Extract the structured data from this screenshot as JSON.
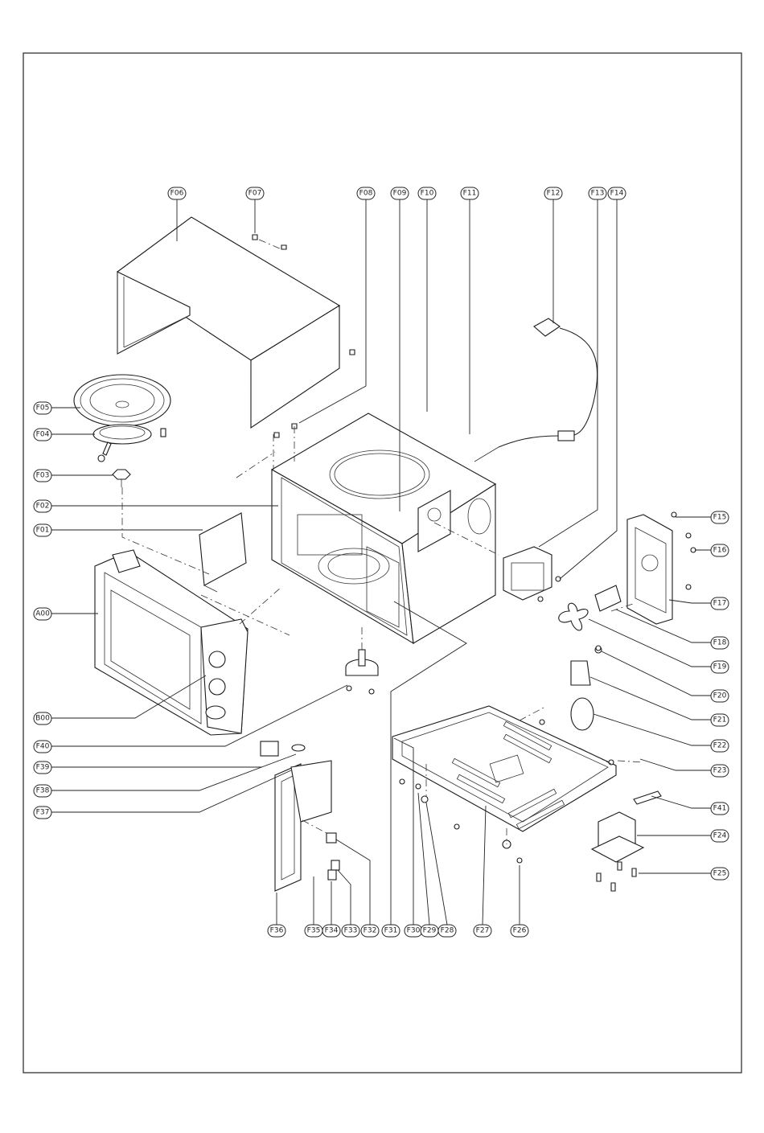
{
  "diagram": {
    "callouts": {
      "F06": "F06",
      "F07": "F07",
      "F08": "F08",
      "F09": "F09",
      "F10": "F10",
      "F11": "F11",
      "F12": "F12",
      "F13": "F13",
      "F14": "F14",
      "F05": "F05",
      "F04": "F04",
      "F03": "F03",
      "F02": "F02",
      "F01": "F01",
      "A00": "A00",
      "B00": "B00",
      "F40": "F40",
      "F39": "F39",
      "F38": "F38",
      "F37": "F37",
      "F15": "F15",
      "F16": "F16",
      "F17": "F17",
      "F18": "F18",
      "F19": "F19",
      "F20": "F20",
      "F21": "F21",
      "F22": "F22",
      "F23": "F23",
      "F41": "F41",
      "F24": "F24",
      "F25": "F25",
      "F36": "F36",
      "F35": "F35",
      "F34": "F34",
      "F33": "F33",
      "F32": "F32",
      "F31": "F31",
      "F30": "F30",
      "F29": "F29",
      "F28": "F28",
      "F27": "F27",
      "F26": "F26"
    }
  }
}
